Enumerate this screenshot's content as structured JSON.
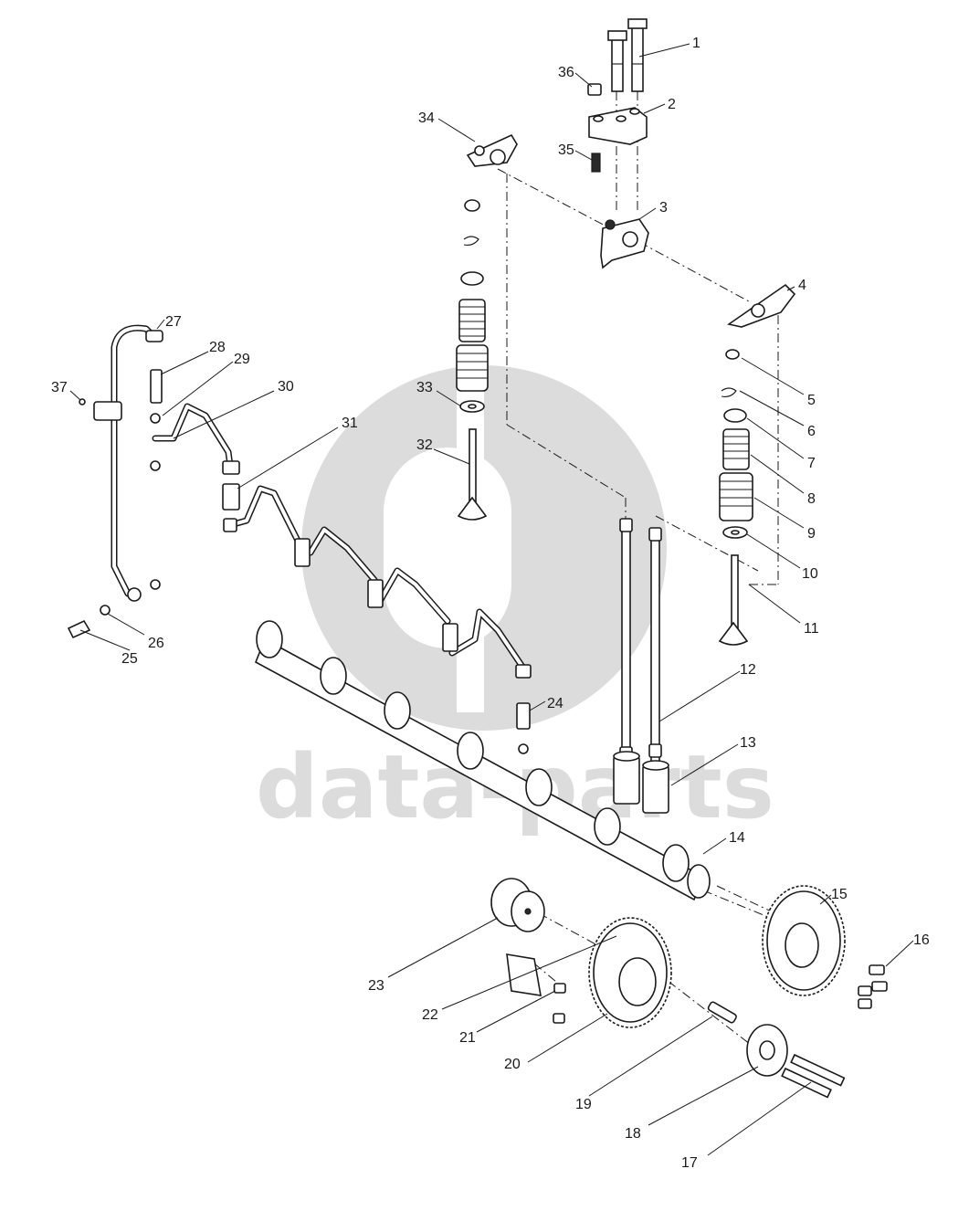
{
  "watermark": {
    "text": "data-parts",
    "color": "#dcdcdc"
  },
  "callouts": [
    {
      "id": "1",
      "label": "1"
    },
    {
      "id": "2",
      "label": "2"
    },
    {
      "id": "3",
      "label": "3"
    },
    {
      "id": "4",
      "label": "4"
    },
    {
      "id": "5",
      "label": "5"
    },
    {
      "id": "6",
      "label": "6"
    },
    {
      "id": "7",
      "label": "7"
    },
    {
      "id": "8",
      "label": "8"
    },
    {
      "id": "9",
      "label": "9"
    },
    {
      "id": "10",
      "label": "10"
    },
    {
      "id": "11",
      "label": "11"
    },
    {
      "id": "12",
      "label": "12"
    },
    {
      "id": "13",
      "label": "13"
    },
    {
      "id": "14",
      "label": "14"
    },
    {
      "id": "15",
      "label": "15"
    },
    {
      "id": "16",
      "label": "16"
    },
    {
      "id": "17",
      "label": "17"
    },
    {
      "id": "18",
      "label": "18"
    },
    {
      "id": "19",
      "label": "19"
    },
    {
      "id": "20",
      "label": "20"
    },
    {
      "id": "21",
      "label": "21"
    },
    {
      "id": "22",
      "label": "22"
    },
    {
      "id": "23",
      "label": "23"
    },
    {
      "id": "24",
      "label": "24"
    },
    {
      "id": "25",
      "label": "25"
    },
    {
      "id": "26",
      "label": "26"
    },
    {
      "id": "27",
      "label": "27"
    },
    {
      "id": "28",
      "label": "28"
    },
    {
      "id": "29",
      "label": "29"
    },
    {
      "id": "30",
      "label": "30"
    },
    {
      "id": "31",
      "label": "31"
    },
    {
      "id": "32",
      "label": "32"
    },
    {
      "id": "33",
      "label": "33"
    },
    {
      "id": "34",
      "label": "34"
    },
    {
      "id": "35",
      "label": "35"
    },
    {
      "id": "36",
      "label": "36"
    },
    {
      "id": "37",
      "label": "37"
    }
  ]
}
